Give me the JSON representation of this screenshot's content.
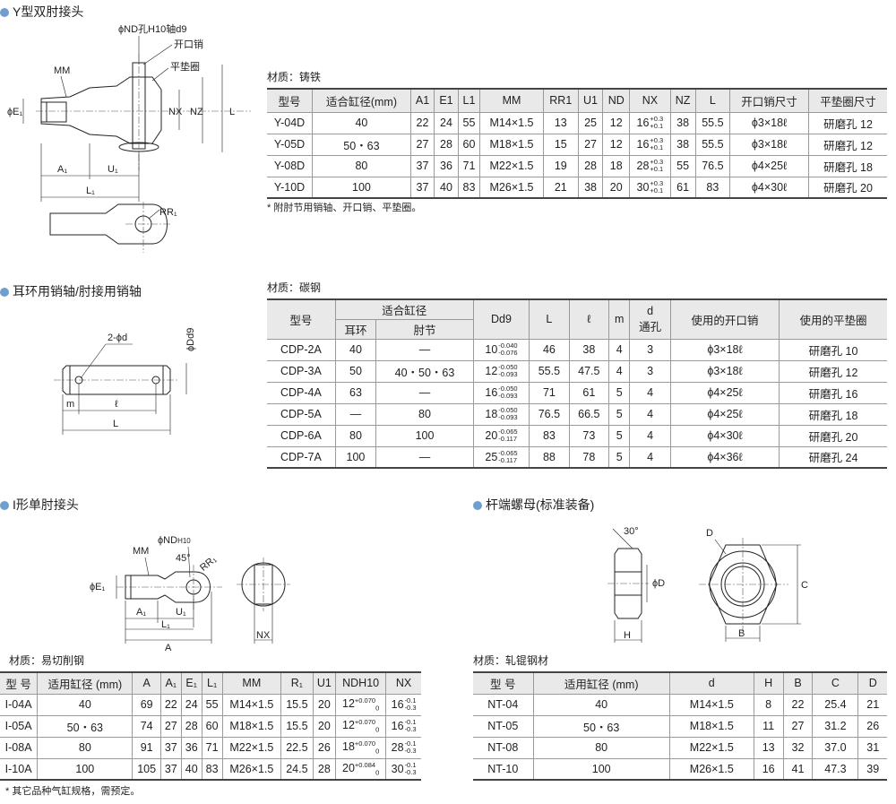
{
  "section_y": {
    "title": "Y型双肘接头",
    "material": "材质：铸铁",
    "note": "* 附肘节用销轴、开口销、平垫圈。",
    "labels": {
      "pin": "ϕND孔H10轴d9",
      "cotter": "开口销",
      "washer": "平垫圈",
      "mm": "MM",
      "e1": "ϕE₁",
      "nx": "NX",
      "nz": "NZ",
      "l": "L",
      "a1": "A₁",
      "u1": "U₁",
      "l1": "L₁",
      "rr1": "RR₁"
    },
    "headers": [
      "型号",
      "适合缸径(mm)",
      "A1",
      "E1",
      "L1",
      "MM",
      "RR1",
      "U1",
      "ND",
      "NX",
      "NZ",
      "L",
      "开口销尺寸",
      "平垫圈尺寸"
    ],
    "rows": [
      {
        "model": "Y-04D",
        "bore": "40",
        "a1": "22",
        "e1": "24",
        "l1": "55",
        "mm": "M14×1.5",
        "rr1": "13",
        "u1": "25",
        "nd": "12",
        "nx": "16",
        "nx_up": "+0.3",
        "nx_lo": "+0.1",
        "nz": "38",
        "l": "55.5",
        "cotter": "ϕ3×18ℓ",
        "washer": "研磨孔 12"
      },
      {
        "model": "Y-05D",
        "bore": "50・63",
        "a1": "27",
        "e1": "28",
        "l1": "60",
        "mm": "M18×1.5",
        "rr1": "15",
        "u1": "27",
        "nd": "12",
        "nx": "16",
        "nx_up": "+0.3",
        "nx_lo": "+0.1",
        "nz": "38",
        "l": "55.5",
        "cotter": "ϕ3×18ℓ",
        "washer": "研磨孔 12"
      },
      {
        "model": "Y-08D",
        "bore": "80",
        "a1": "37",
        "e1": "36",
        "l1": "71",
        "mm": "M22×1.5",
        "rr1": "19",
        "u1": "28",
        "nd": "18",
        "nx": "28",
        "nx_up": "+0.3",
        "nx_lo": "+0.1",
        "nz": "55",
        "l": "76.5",
        "cotter": "ϕ4×25ℓ",
        "washer": "研磨孔 18"
      },
      {
        "model": "Y-10D",
        "bore": "100",
        "a1": "37",
        "e1": "40",
        "l1": "83",
        "mm": "M26×1.5",
        "rr1": "21",
        "u1": "38",
        "nd": "20",
        "nx": "30",
        "nx_up": "+0.3",
        "nx_lo": "+0.1",
        "nz": "61",
        "l": "83",
        "cotter": "ϕ4×30ℓ",
        "washer": "研磨孔 20"
      }
    ]
  },
  "section_cdp": {
    "title": "耳环用销轴/肘接用销轴",
    "material": "材质：碳钢",
    "labels": {
      "holes": "2-ϕd",
      "dd9": "ϕDd9",
      "m": "m",
      "ell": "ℓ",
      "l": "L"
    },
    "headers": {
      "model": "型号",
      "bore_group": "适合缸径",
      "bore_eye": "耳环",
      "bore_clevis": "肘节",
      "dd9": "Dd9",
      "l": "L",
      "ell": "ℓ",
      "m": "m",
      "d_top": "d",
      "d_bot": "通孔",
      "cotter": "使用的开口销",
      "washer": "使用的平垫圈"
    },
    "rows": [
      {
        "model": "CDP-2A",
        "eye": "40",
        "clevis": "—",
        "dd9": "10",
        "dd9_up": "-0.040",
        "dd9_lo": "-0.076",
        "l": "46",
        "ell": "38",
        "m": "4",
        "d": "3",
        "cotter": "ϕ3×18ℓ",
        "washer": "研磨孔 10"
      },
      {
        "model": "CDP-3A",
        "eye": "50",
        "clevis": "40・50・63",
        "dd9": "12",
        "dd9_up": "-0.050",
        "dd9_lo": "-0.093",
        "l": "55.5",
        "ell": "47.5",
        "m": "4",
        "d": "3",
        "cotter": "ϕ3×18ℓ",
        "washer": "研磨孔 12"
      },
      {
        "model": "CDP-4A",
        "eye": "63",
        "clevis": "—",
        "dd9": "16",
        "dd9_up": "-0.050",
        "dd9_lo": "-0.093",
        "l": "71",
        "ell": "61",
        "m": "5",
        "d": "4",
        "cotter": "ϕ4×25ℓ",
        "washer": "研磨孔 16"
      },
      {
        "model": "CDP-5A",
        "eye": "—",
        "clevis": "80",
        "dd9": "18",
        "dd9_up": "-0.050",
        "dd9_lo": "-0.093",
        "l": "76.5",
        "ell": "66.5",
        "m": "5",
        "d": "4",
        "cotter": "ϕ4×25ℓ",
        "washer": "研磨孔 18"
      },
      {
        "model": "CDP-6A",
        "eye": "80",
        "clevis": "100",
        "dd9": "20",
        "dd9_up": "-0.065",
        "dd9_lo": "-0.117",
        "l": "83",
        "ell": "73",
        "m": "5",
        "d": "4",
        "cotter": "ϕ4×30ℓ",
        "washer": "研磨孔 20"
      },
      {
        "model": "CDP-7A",
        "eye": "100",
        "clevis": "—",
        "dd9": "25",
        "dd9_up": "-0.065",
        "dd9_lo": "-0.117",
        "l": "88",
        "ell": "78",
        "m": "5",
        "d": "4",
        "cotter": "ϕ4×36ℓ",
        "washer": "研磨孔 24"
      }
    ]
  },
  "section_i": {
    "title": "I形单肘接头",
    "material": "材质：易切削钢",
    "note": "* 其它品种气缸规格，需预定。",
    "labels": {
      "nd": "ϕND",
      "nd_sub": "H10",
      "mm": "MM",
      "angle": "45°",
      "rr1": "RR₁",
      "e1": "ϕE₁",
      "a1": "A₁",
      "u1": "U₁",
      "l1": "L₁",
      "a": "A",
      "nx": "NX"
    },
    "headers": [
      "型 号",
      "适用缸径 (mm)",
      "A",
      "A₁",
      "E₁",
      "L₁",
      "MM",
      "R₁",
      "U1",
      "NDH10",
      "NX"
    ],
    "rows": [
      {
        "model": "I-04A",
        "bore": "40",
        "a": "69",
        "a1": "22",
        "e1": "24",
        "l1": "55",
        "mm": "M14×1.5",
        "r1": "15.5",
        "u1": "20",
        "nd": "12",
        "nd_up": "+0.070",
        "nd_lo": "0",
        "nx": "16",
        "nx_up": "-0.1",
        "nx_lo": "-0.3"
      },
      {
        "model": "I-05A",
        "bore": "50・63",
        "a": "74",
        "a1": "27",
        "e1": "28",
        "l1": "60",
        "mm": "M18×1.5",
        "r1": "15.5",
        "u1": "20",
        "nd": "12",
        "nd_up": "+0.070",
        "nd_lo": "0",
        "nx": "16",
        "nx_up": "-0.1",
        "nx_lo": "-0.3"
      },
      {
        "model": "I-08A",
        "bore": "80",
        "a": "91",
        "a1": "37",
        "e1": "36",
        "l1": "71",
        "mm": "M22×1.5",
        "r1": "22.5",
        "u1": "26",
        "nd": "18",
        "nd_up": "+0.070",
        "nd_lo": "0",
        "nx": "28",
        "nx_up": "-0.1",
        "nx_lo": "-0.3"
      },
      {
        "model": "I-10A",
        "bore": "100",
        "a": "105",
        "a1": "37",
        "e1": "40",
        "l1": "83",
        "mm": "M26×1.5",
        "r1": "24.5",
        "u1": "28",
        "nd": "20",
        "nd_up": "+0.084",
        "nd_lo": "0",
        "nx": "30",
        "nx_up": "-0.1",
        "nx_lo": "-0.3"
      }
    ]
  },
  "section_nt": {
    "title": "杆端螺母(标准装备)",
    "material": "材质：轧锟钢材",
    "labels": {
      "angle": "30°",
      "d": "ϕD",
      "h": "H",
      "d2": "D",
      "c": "C",
      "b": "B"
    },
    "headers": [
      "型 号",
      "适用缸径 (mm)",
      "d",
      "H",
      "B",
      "C",
      "D"
    ],
    "rows": [
      {
        "model": "NT-04",
        "bore": "40",
        "d": "M14×1.5",
        "h": "8",
        "b": "22",
        "c": "25.4",
        "dd": "21"
      },
      {
        "model": "NT-05",
        "bore": "50・63",
        "d": "M18×1.5",
        "h": "11",
        "b": "27",
        "c": "31.2",
        "dd": "26"
      },
      {
        "model": "NT-08",
        "bore": "80",
        "d": "M22×1.5",
        "h": "13",
        "b": "32",
        "c": "37.0",
        "dd": "31"
      },
      {
        "model": "NT-10",
        "bore": "100",
        "d": "M26×1.5",
        "h": "16",
        "b": "41",
        "c": "47.3",
        "dd": "39"
      }
    ]
  }
}
